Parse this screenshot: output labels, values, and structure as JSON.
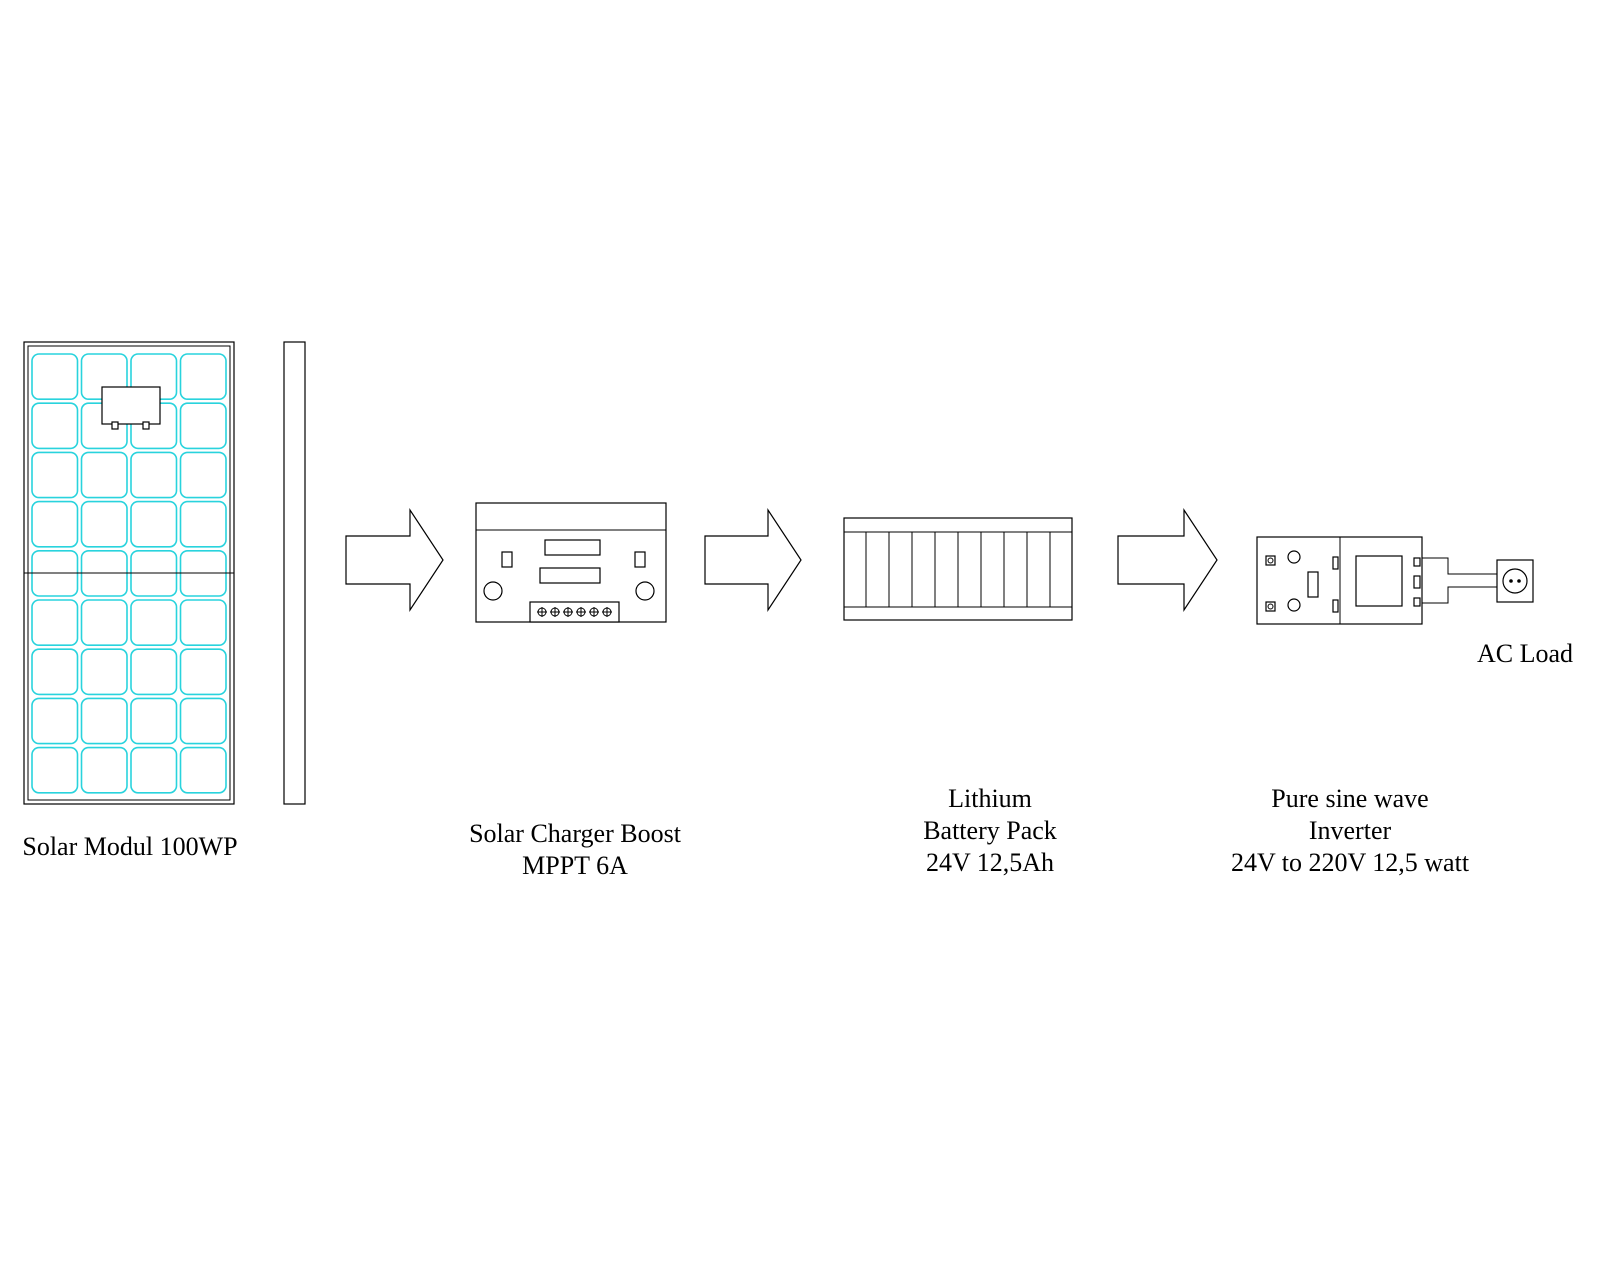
{
  "labels": {
    "solar_module": "Solar Modul 100WP",
    "charger": [
      "Solar Charger Boost",
      "MPPT 6A"
    ],
    "battery": [
      "Lithium",
      "Battery Pack",
      "24V 12,5Ah"
    ],
    "inverter": [
      "Pure sine wave",
      "Inverter",
      "24V to 220V 12,5 watt"
    ],
    "ac_load": "AC Load"
  },
  "colors": {
    "line": "#000000",
    "solar_cell": "#29d3dd",
    "background": "#ffffff"
  },
  "icons": {
    "solar_module": "solar-panel-front-icon",
    "solar_side": "solar-panel-side-icon",
    "charger": "mppt-charger-icon",
    "battery": "battery-pack-icon",
    "inverter": "inverter-icon",
    "load": "power-socket-icon",
    "flow_arrow": "arrow-right-icon"
  },
  "solar_panel_grid": {
    "columns": 4,
    "rows": 9
  },
  "battery_cells": 9
}
